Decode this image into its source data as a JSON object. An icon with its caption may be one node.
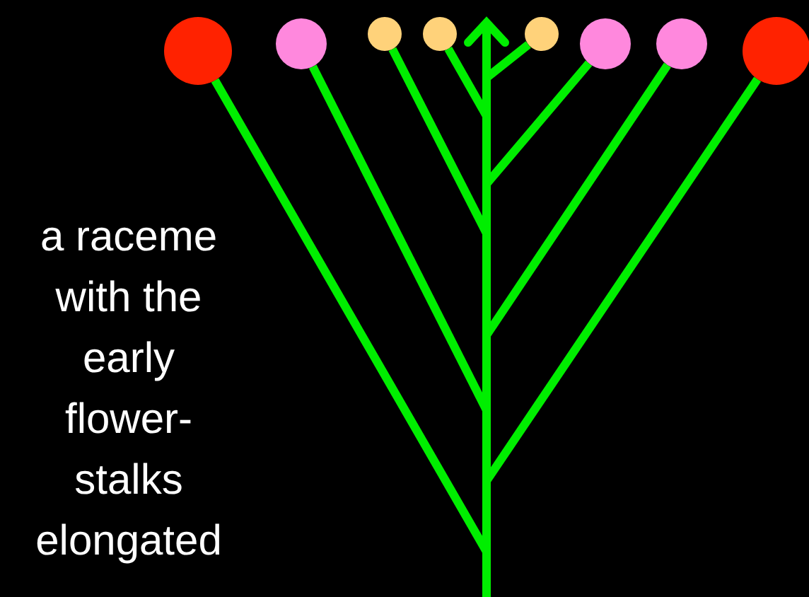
{
  "diagram": {
    "nodes": [
      {
        "text": [],
        "shape": "circle"
      },
      {
        "text": [],
        "shape": "circle"
      },
      {
        "text": [],
        "shape": "circle"
      },
      {
        "text": [],
        "shape": "circle"
      },
      {
        "text": [],
        "shape": "circle"
      },
      {
        "text": [],
        "shape": "circle"
      },
      {
        "text": [],
        "shape": "circle"
      },
      {
        "text": [],
        "shape": "circle"
      }
    ],
    "edges": [
      {
        "from": null,
        "to": 0,
        "arrow": "none"
      },
      {
        "from": null,
        "to": 1,
        "arrow": "none"
      },
      {
        "from": null,
        "to": 2,
        "arrow": "none"
      },
      {
        "from": null,
        "to": 3,
        "arrow": "none"
      },
      {
        "from": null,
        "to": 4,
        "arrow": "none"
      },
      {
        "from": null,
        "to": 5,
        "arrow": "none"
      },
      {
        "from": null,
        "to": 6,
        "arrow": "none"
      },
      {
        "from": null,
        "to": 7,
        "arrow": "none"
      }
    ],
    "labels": [
      "a raceme with the early flower-stalks elongated"
    ]
  }
}
